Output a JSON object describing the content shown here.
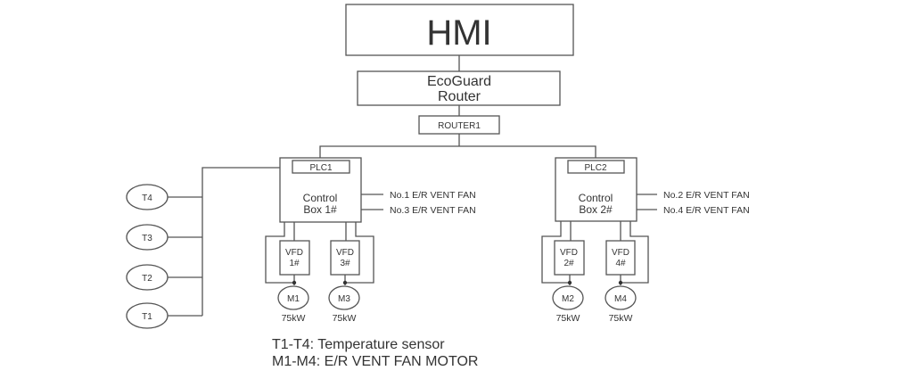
{
  "hmi": {
    "label": "HMI"
  },
  "router": {
    "line1": "EcoGuard",
    "line2": "Router"
  },
  "router1": {
    "label": "ROUTER1"
  },
  "boxes": [
    {
      "plc": "PLC1",
      "line1": "Control",
      "line2": "Box 1#",
      "fans": [
        "No.1 E/R VENT FAN",
        "No.3 E/R VENT FAN"
      ],
      "vfds": [
        {
          "line1": "VFD",
          "line2": "1#"
        },
        {
          "line1": "VFD",
          "line2": "3#"
        }
      ],
      "motors": [
        {
          "label": "M1",
          "power": "75kW"
        },
        {
          "label": "M3",
          "power": "75kW"
        }
      ]
    },
    {
      "plc": "PLC2",
      "line1": "Control",
      "line2": "Box 2#",
      "fans": [
        "No.2 E/R VENT FAN",
        "No.4 E/R VENT FAN"
      ],
      "vfds": [
        {
          "line1": "VFD",
          "line2": "2#"
        },
        {
          "line1": "VFD",
          "line2": "4#"
        }
      ],
      "motors": [
        {
          "label": "M2",
          "power": "75kW"
        },
        {
          "label": "M4",
          "power": "75kW"
        }
      ]
    }
  ],
  "sensors": [
    "T4",
    "T3",
    "T2",
    "T1"
  ],
  "legend": [
    "T1-T4: Temperature sensor",
    "M1-M4: E/R VENT FAN MOTOR"
  ]
}
